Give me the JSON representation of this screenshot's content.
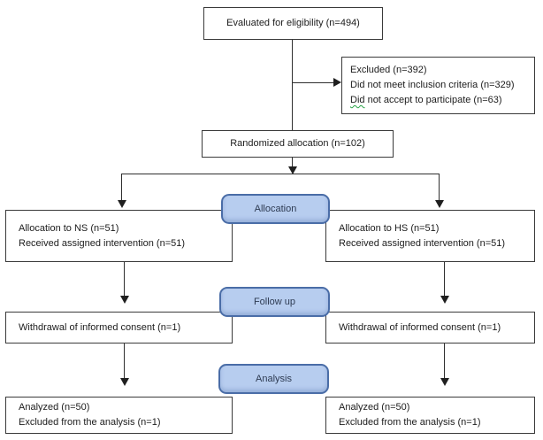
{
  "diagram": {
    "title_semantic": "CONSORT participant flow diagram",
    "eval_box": {
      "text": "Evaluated for eligibility (n=494)"
    },
    "excluded_box": {
      "line1": "Excluded (n=392)",
      "line2": "Did not meet inclusion criteria (n=329)",
      "line3_flagged_word": "Did",
      "line3_rest": " not accept to participate (n=63)"
    },
    "randomized_box": {
      "text": "Randomized allocation (n=102)"
    },
    "stage_labels": {
      "allocation": "Allocation",
      "follow_up": "Follow up",
      "analysis": "Analysis"
    },
    "allocation_left": {
      "line1": "Allocation to NS (n=51)",
      "line2": "Received assigned intervention (n=51)"
    },
    "allocation_right": {
      "line1": "Allocation to HS (n=51)",
      "line2": "Received assigned intervention (n=51)"
    },
    "follow_up_left": {
      "text": "Withdrawal of informed consent (n=1)"
    },
    "follow_up_right": {
      "text": "Withdrawal of informed consent (n=1)"
    },
    "analysis_left": {
      "line1": "Analyzed (n=50)",
      "line2": "Excluded from the analysis (n=1)"
    },
    "analysis_right": {
      "line1": "Analyzed (n=50)",
      "line2": "Excluded from the analysis (n=1)"
    }
  },
  "colors": {
    "stage_fill": "#b7cdef",
    "stage_border": "#4a6da7",
    "box_border": "#3a3a3a",
    "connector": "#2f2f2f",
    "grammar_underline": "#27a345"
  }
}
